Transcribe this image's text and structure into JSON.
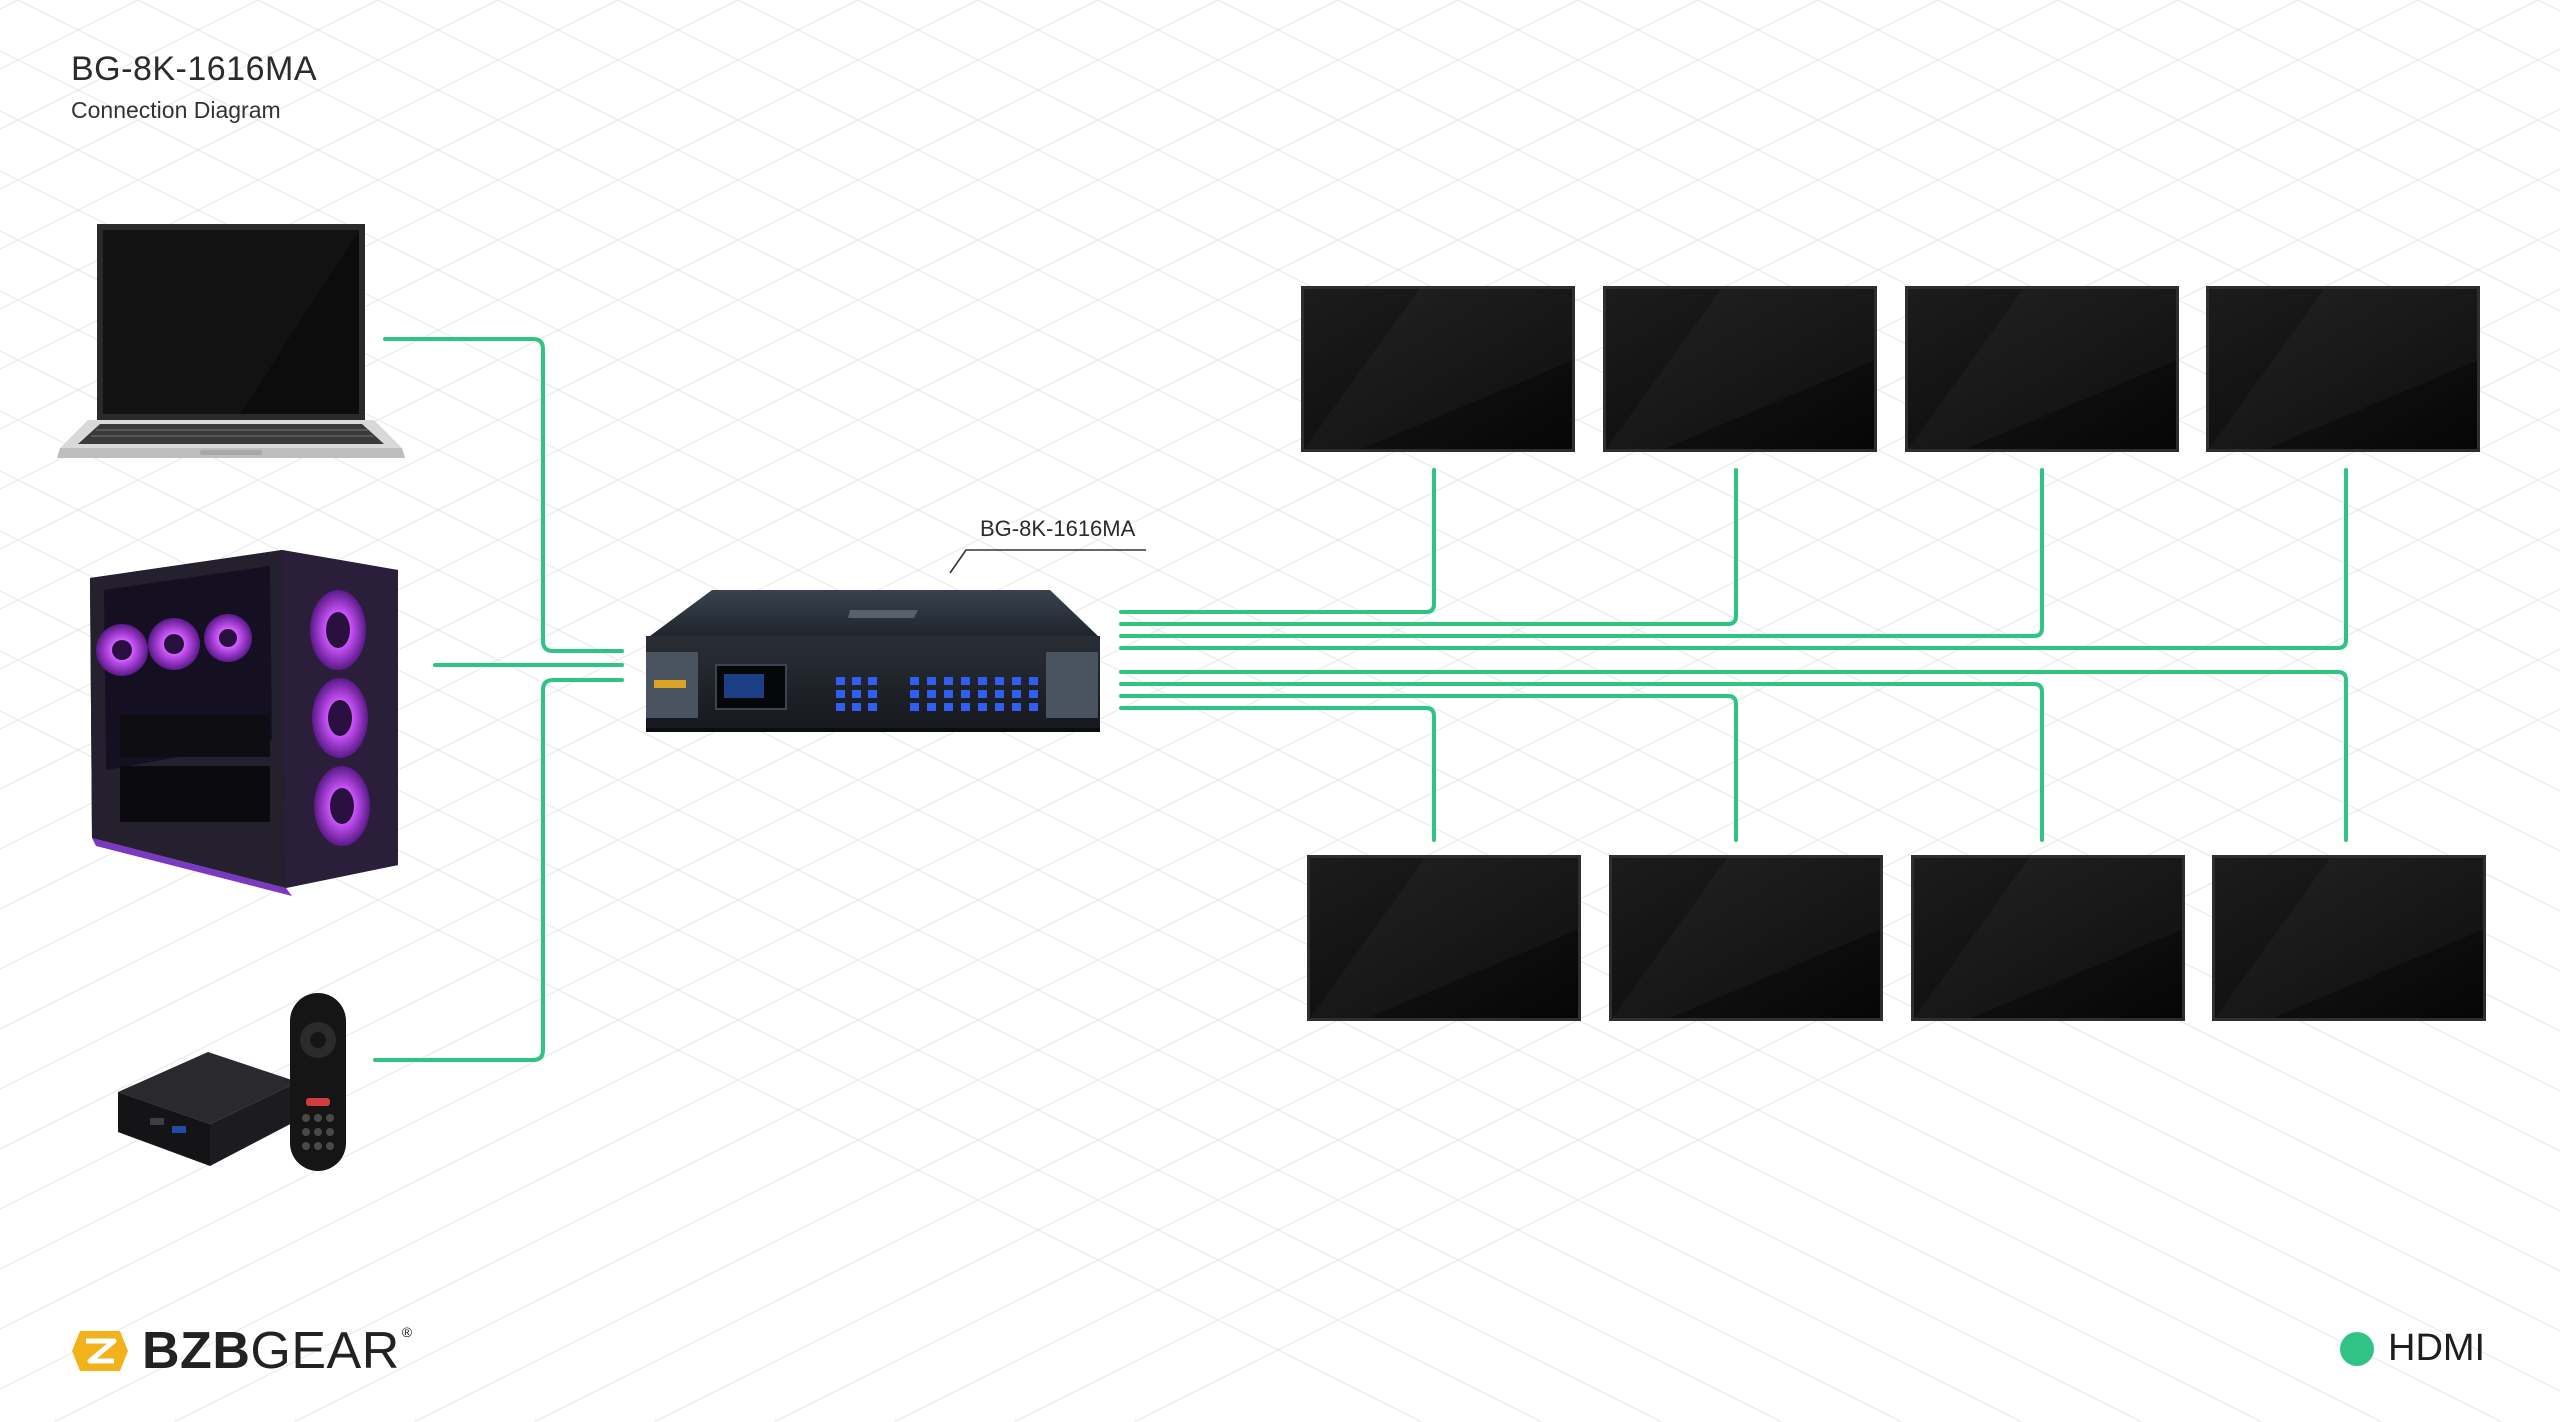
{
  "header": {
    "title": "BG-8K-1616MA",
    "subtitle": "Connection Diagram"
  },
  "device": {
    "label": "BG-8K-1616MA"
  },
  "legend": {
    "label": "HDMI",
    "color": "#2fc483"
  },
  "brand": {
    "name_bold": "BZB",
    "name_regular": "GEAR",
    "registered": "®",
    "icon_color": "#f2b21b"
  },
  "sources": [
    {
      "name": "laptop-icon"
    },
    {
      "name": "gaming-pc-icon"
    },
    {
      "name": "streaming-box-icon"
    }
  ],
  "displays": {
    "top_row": 4,
    "bottom_row": 4
  },
  "colors": {
    "cable": "#2fc483",
    "grid": "#e9e9e9",
    "screen": "#111111"
  }
}
